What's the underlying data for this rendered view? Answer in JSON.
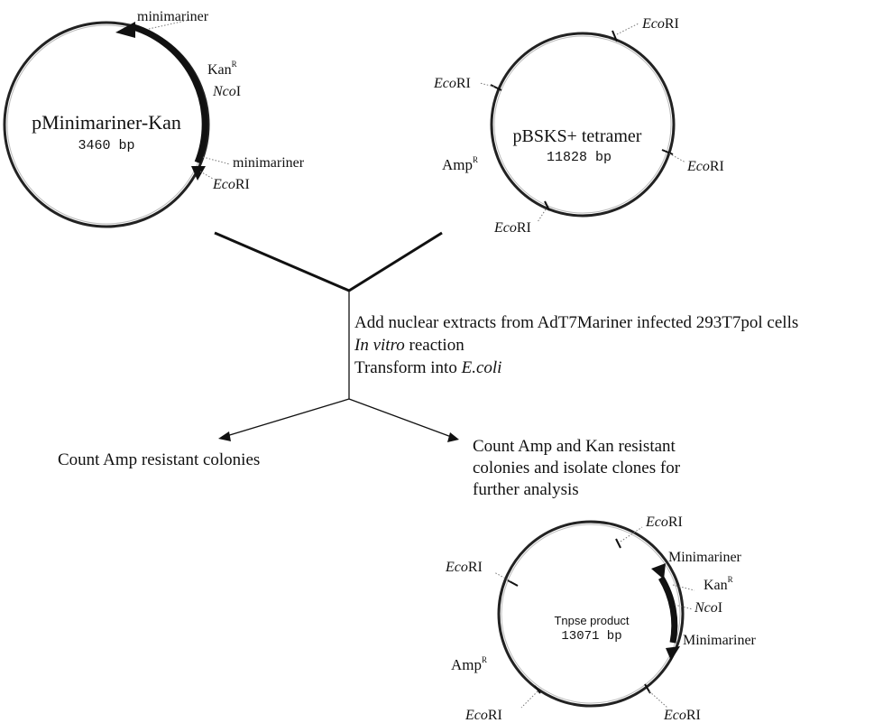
{
  "plasmid1": {
    "name": "pMinimariner-Kan",
    "size": "3460 bp",
    "label_minimariner_top": "minimariner",
    "label_minimariner_bottom": "minimariner",
    "label_kan": "Kan",
    "label_kan_sup": "R",
    "label_nco_italic": "Nco",
    "label_nco_roman": "I",
    "label_eco_italic": "Eco",
    "label_eco_roman": "RI"
  },
  "plasmid2": {
    "name": "pBSKS+ tetramer",
    "size": "11828 bp",
    "label_amp": "Amp",
    "label_amp_sup": "R",
    "eco_italic": "Eco",
    "eco_roman": "RI"
  },
  "steps": {
    "line1": "Add nuclear extracts from AdT7Mariner infected 293T7pol cells",
    "line2_italic": "In vitro",
    "line2_rest": " reaction",
    "line3_prefix": "Transform into ",
    "line3_italic": "E.coli"
  },
  "outcomes": {
    "left": "Count Amp resistant colonies",
    "right_line1": "Count Amp and Kan resistant",
    "right_line2": "colonies and isolate clones for",
    "right_line3": "further analysis"
  },
  "plasmid3": {
    "name": "Tnpse product",
    "size": "13071 bp",
    "label_minimariner_top": "Minimariner",
    "label_minimariner_bottom": "Minimariner",
    "label_kan": "Kan",
    "label_kan_sup": "R",
    "label_nco_italic": "Nco",
    "label_nco_roman": "I",
    "label_amp": "Amp",
    "label_amp_sup": "R",
    "eco_italic": "Eco",
    "eco_roman": "RI"
  }
}
